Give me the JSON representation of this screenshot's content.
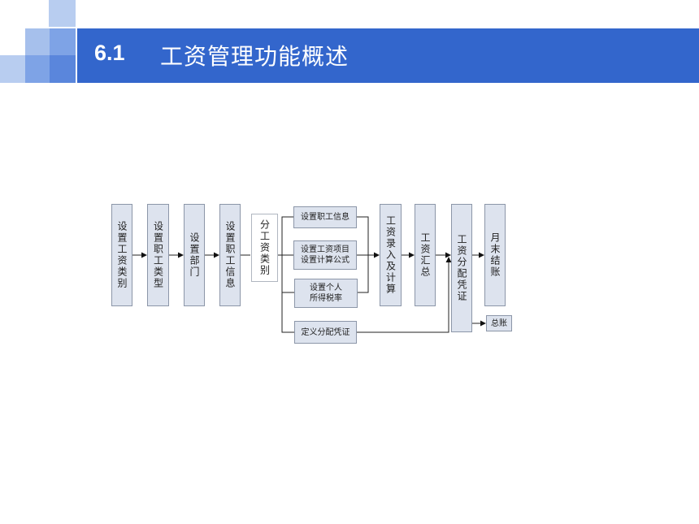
{
  "header": {
    "section_number": "6.1",
    "title": "工资管理功能概述"
  },
  "diagram": {
    "steps": [
      "设置工资类别",
      "设置职工类型",
      "设置部门",
      "设置职工信息",
      "分工资类别"
    ],
    "branches": [
      "设置职工信息",
      "设置工资项目\n设置计算公式",
      "设置个人\n所得税率",
      "定义分配凭证"
    ],
    "after_steps": [
      "工资录入及计算",
      "工资汇总",
      "工资分配凭证",
      "月末结账"
    ],
    "ledger": "总账"
  }
}
